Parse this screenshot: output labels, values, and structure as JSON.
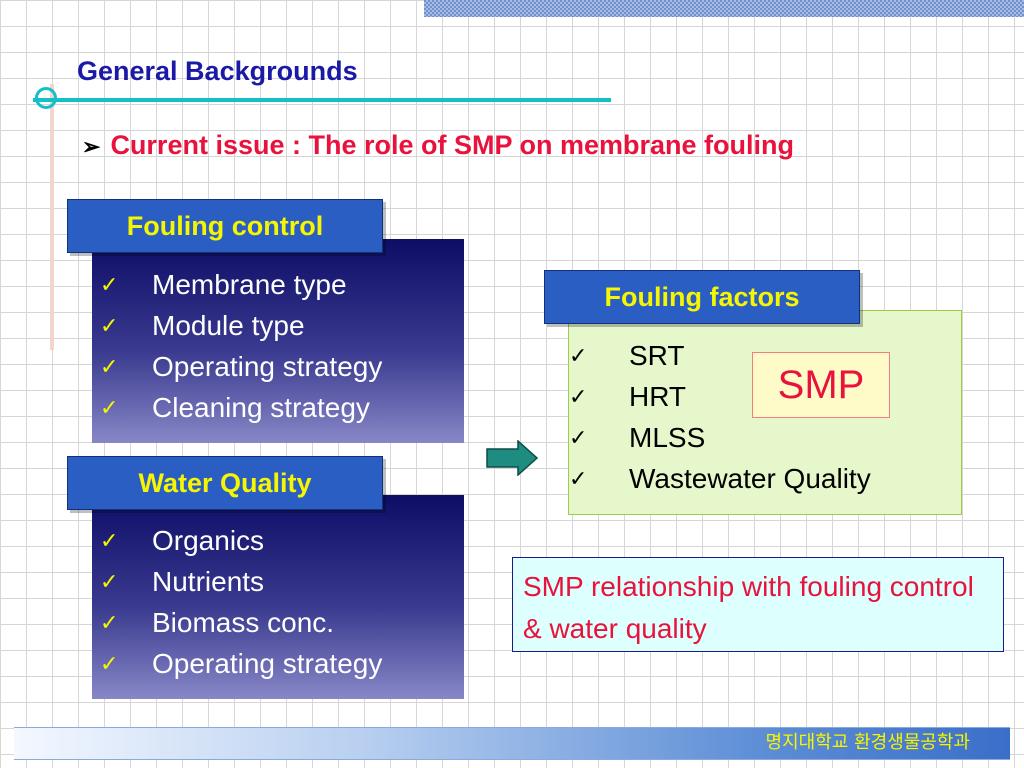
{
  "header": {
    "title": "General Backgrounds",
    "subtitle_bullet": "➢",
    "subtitle": "Current issue : The role of  SMP on membrane fouling"
  },
  "fouling_control": {
    "tab": "Fouling control",
    "items": [
      "Membrane type",
      "Module type",
      "Operating strategy",
      "Cleaning strategy"
    ]
  },
  "water_quality": {
    "tab": "Water Quality",
    "items": [
      "Organics",
      "Nutrients",
      "Biomass conc.",
      "Operating strategy"
    ]
  },
  "fouling_factors": {
    "tab": "Fouling factors",
    "items": [
      "SRT",
      "HRT",
      "MLSS",
      "Wastewater Quality"
    ]
  },
  "check_mark": "✓",
  "smp_label": "SMP",
  "note": "SMP relationship with fouling control & water quality",
  "footer": {
    "text": "명지대학교 환경생물공학과"
  },
  "colors": {
    "title": "#1a1aa6",
    "subtitle": "#e8123c",
    "tab_bg": "#2b5ec2",
    "tab_text": "#f6f600",
    "arrow": "#1e8c80"
  },
  "icons": {
    "right_arrow": "block-right-arrow-icon",
    "check": "check-icon"
  }
}
